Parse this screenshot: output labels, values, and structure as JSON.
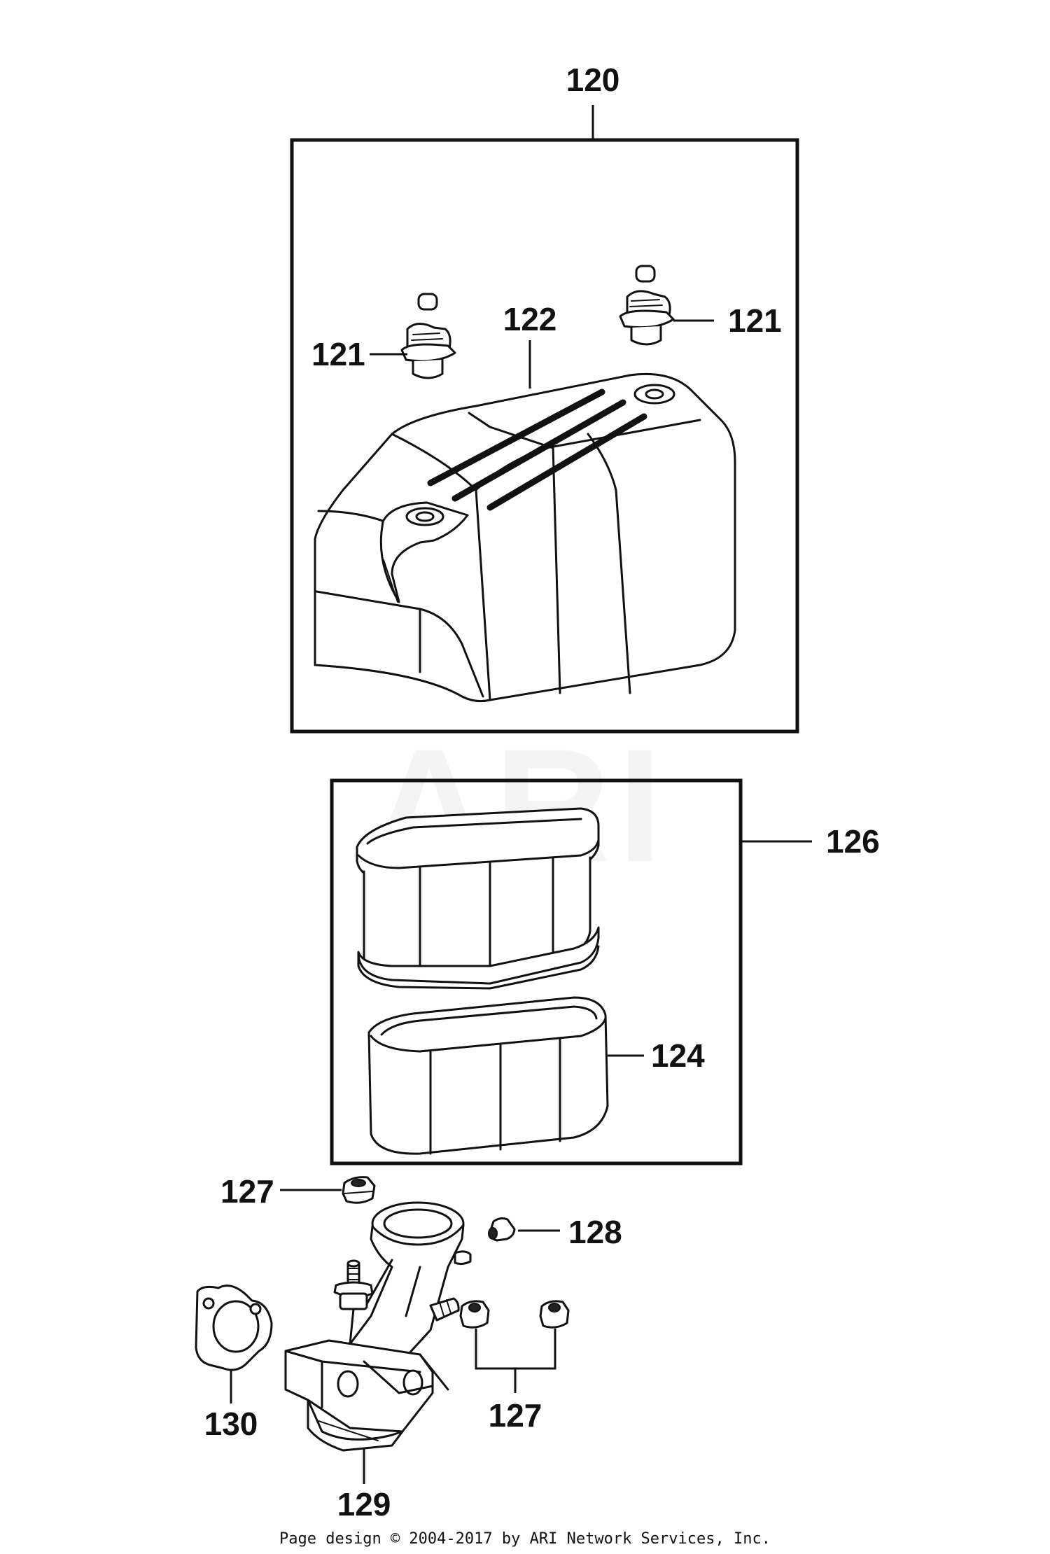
{
  "diagram": {
    "callouts": {
      "c120": "120",
      "c121_left": "121",
      "c121_right": "121",
      "c122": "122",
      "c126": "126",
      "c124": "124",
      "c127_top": "127",
      "c128": "128",
      "c130": "130",
      "c127_bottom": "127",
      "c129": "129"
    },
    "watermark": "ARI"
  },
  "footer": {
    "copyright": "Page design © 2004-2017 by ARI Network Services, Inc."
  }
}
